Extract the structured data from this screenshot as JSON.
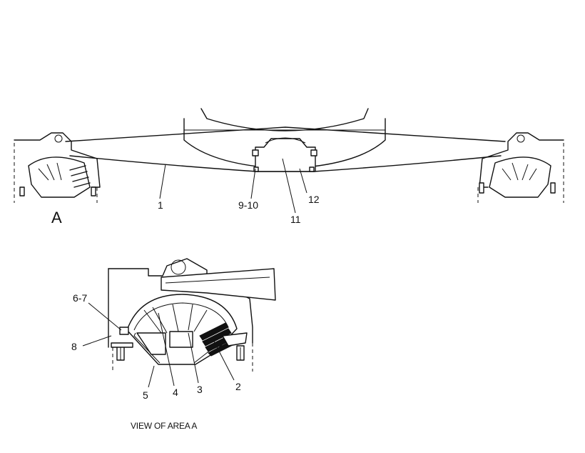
{
  "callouts": {
    "c1": "1",
    "c9_10": "9-10",
    "c11": "11",
    "c12": "12",
    "area_a": "A",
    "c6_7": "6-7",
    "c8": "8",
    "c2": "2",
    "c3": "3",
    "c4": "4",
    "c5": "5"
  },
  "caption": "VIEW OF AREA  A"
}
